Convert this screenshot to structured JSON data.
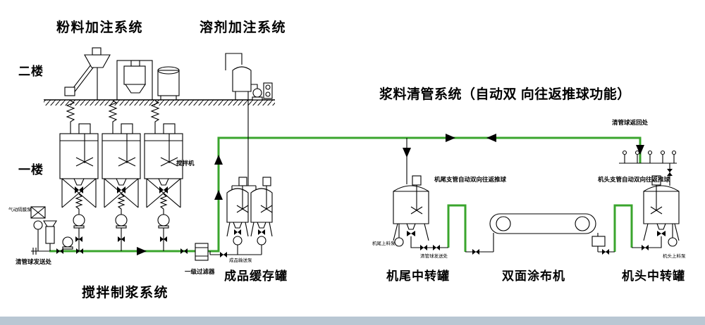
{
  "diagram": {
    "titles": {
      "powder_system": "粉料加注系统",
      "solvent_system": "溶剂加注系统",
      "pigging_system": "浆料清管系统（自动双 向往返推球功能）"
    },
    "floors": {
      "second": "二楼",
      "first": "一楼"
    },
    "equipment_labels": {
      "mixing_system": "搅拌制浆系统",
      "buffer_tank": "成品缓存罐",
      "tail_transfer_tank": "机尾中转罐",
      "coater": "双面涂布机",
      "head_transfer_tank": "机头中转罐"
    },
    "annotations": {
      "ball_return": "清管球返回处",
      "ball_send": "清管球发送处",
      "mixer": "搅拌机",
      "tail_branch": "机尾支管自动双向往返推球",
      "head_branch": "机头支管自动双向往返推球",
      "filter": "一级过滤器",
      "diaphragm_pump": "气动隔膜泵",
      "product_pump": "成品输送泵",
      "tail_pump": "机尾上料泵",
      "tail_ball_send": "清管球发送处",
      "head_pump": "机头上料泵"
    },
    "colors": {
      "pipe_green": "#3aa52d",
      "title_blue": "#1414c8",
      "line_black": "#000000",
      "bottom_bar": "#b9c7d3"
    }
  }
}
